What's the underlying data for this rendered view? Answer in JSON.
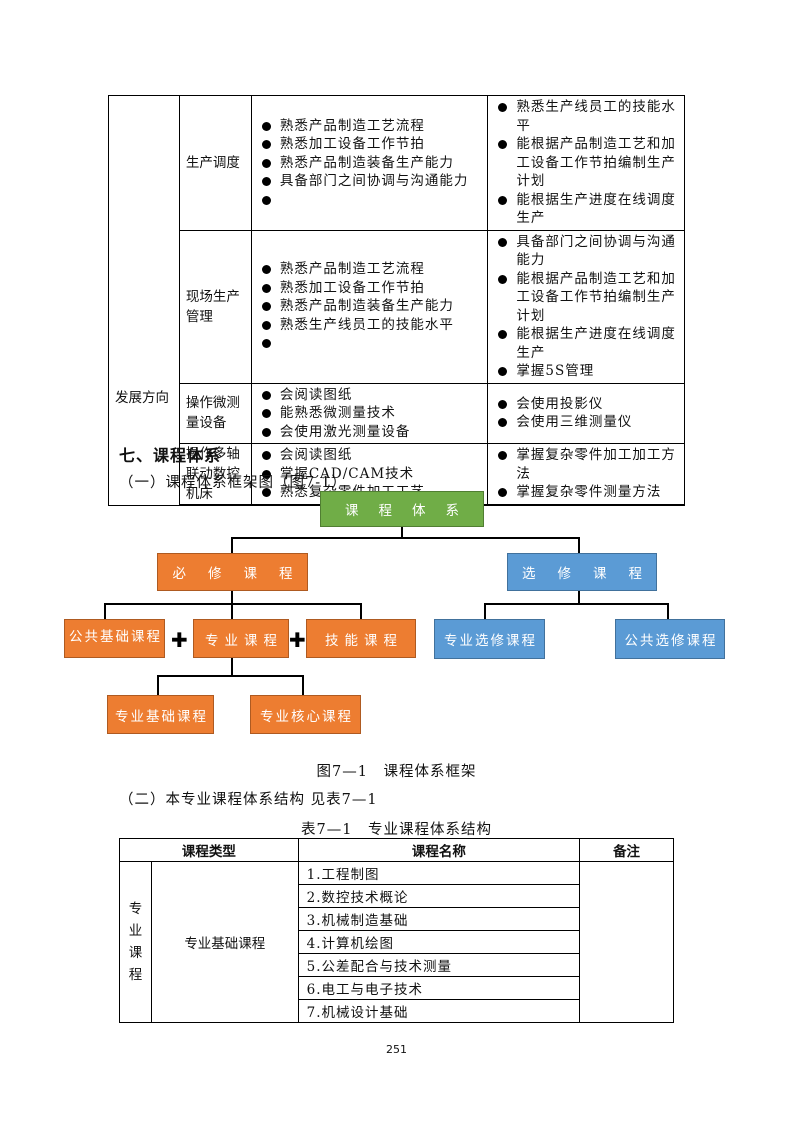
{
  "top_table": {
    "direction_label": "发展方向",
    "rows": [
      {
        "sub": "生产调度",
        "left": [
          "熟悉产品制造工艺流程",
          "熟悉加工设备工作节拍",
          "熟悉产品制造装备生产能力",
          "具备部门之间协调与沟通能力",
          ""
        ],
        "right": [
          "熟悉生产线员工的技能水平",
          "能根据产品制造工艺和加工设备工作节拍编制生产计划",
          "能根据生产进度在线调度生产"
        ]
      },
      {
        "sub": "现场生产管理",
        "left": [
          "熟悉产品制造工艺流程",
          "熟悉加工设备工作节拍",
          "熟悉产品制造装备生产能力",
          "熟悉生产线员工的技能水平",
          ""
        ],
        "right": [
          "具备部门之间协调与沟通能力",
          "能根据产品制造工艺和加工设备工作节拍编制生产计划",
          "能根据生产进度在线调度生产",
          "掌握5S管理"
        ]
      },
      {
        "sub": "操作微测量设备",
        "left": [
          "会阅读图纸",
          "能熟悉微测量技术",
          "会使用激光测量设备"
        ],
        "right": [
          "会使用投影仪",
          "会使用三维测量仪"
        ]
      },
      {
        "sub": "操作多轴联动数控机床",
        "left": [
          "会阅读图纸",
          "掌握CAD/CAM技术",
          "熟悉复杂零件加工工艺"
        ],
        "right": [
          "掌握复杂零件加工加工方法",
          "掌握复杂零件测量方法"
        ]
      }
    ]
  },
  "section_heading": "七、课程体系",
  "sub_heading_1": "（一）课程体系框架图（图7-1）",
  "diagram": {
    "root": "课程体系",
    "required": "必修课程",
    "elective": "选修课程",
    "public_basic": "公共基础课程",
    "major": "专业课程",
    "skill": "技能课程",
    "major_elective": "专业选修课程",
    "public_elective": "公共选修课程",
    "major_basic": "专业基础课程",
    "major_core": "专业核心课程",
    "plus_sign": "✚"
  },
  "figure_caption": "图7—1　课程体系框架",
  "sub_heading_2": "（二）本专业课程体系结构 见表7—1",
  "table_caption": "表7—1　专业课程体系结构",
  "course_table": {
    "headers": [
      "课程类型",
      "课程名称",
      "备注"
    ],
    "category": "专业课程",
    "subcategory": "专业基础课程",
    "courses": [
      "1.工程制图",
      "2.数控技术概论",
      "3.机械制造基础",
      "4.计算机绘图",
      "5.公差配合与技术测量",
      "6.电工与电子技术",
      "7.机械设计基础"
    ]
  },
  "page_number": "251"
}
